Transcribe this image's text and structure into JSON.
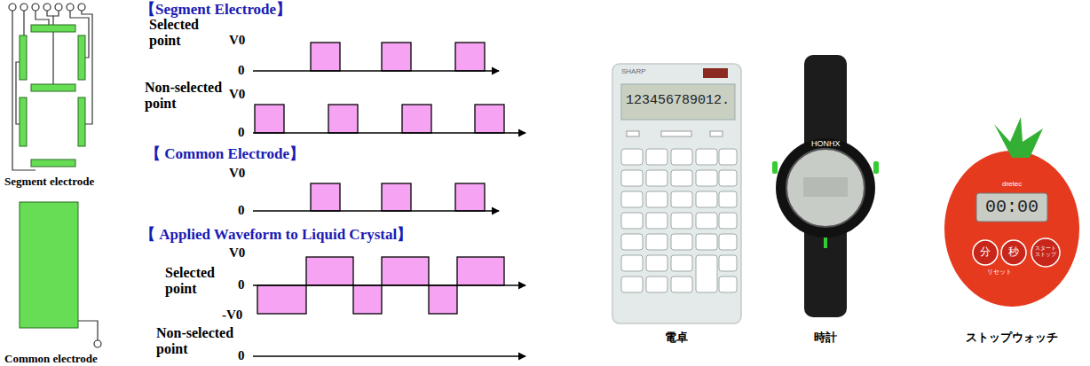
{
  "diagram": {
    "labels": [
      "【Segment Electrode】",
      "Selected point",
      "V0",
      "0",
      "Non-selected point",
      "V0",
      "0",
      "【 Common Electrode】",
      "V0",
      "0",
      "【 Applied Waveform to Liquid Crystal】",
      "V0",
      "Selected point",
      "0",
      "-V0",
      "Non-selected point",
      "0",
      "Segment electrode",
      "Common electrode",
      "SHARP",
      "123456789012.",
      "HONHX",
      "dretec",
      "00:00",
      "分",
      "秒",
      "スタート ストップ",
      "リセット",
      "電卓",
      "時計",
      "ストップウォッチ"
    ]
  }
}
